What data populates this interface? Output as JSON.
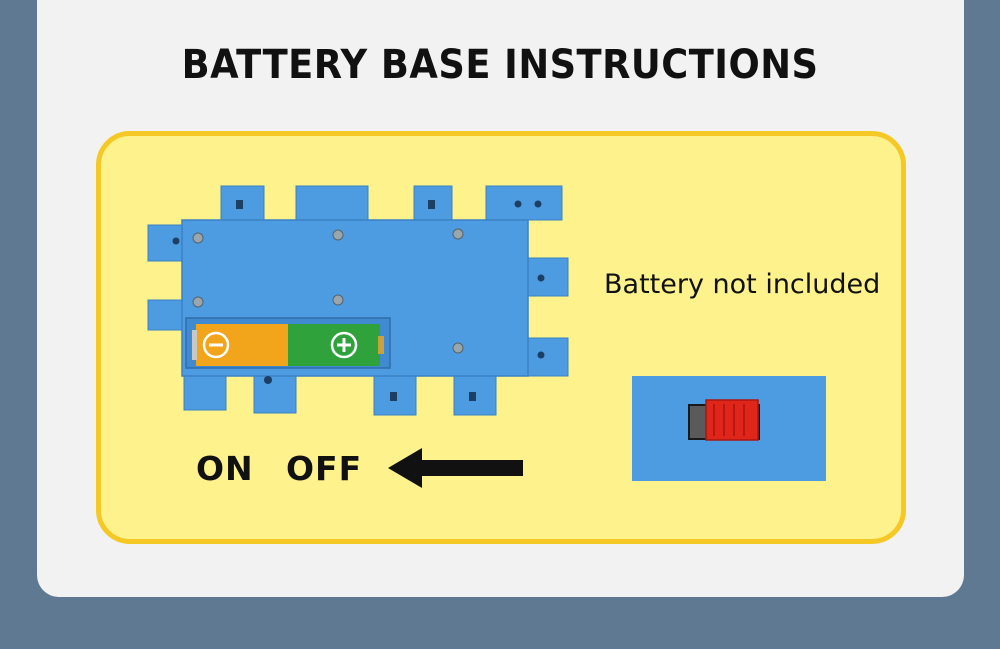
{
  "title": "BATTERY BASE INSTRUCTIONS",
  "note": "Battery not included",
  "switch": {
    "on_label": "ON",
    "off_label": "OFF"
  },
  "battery": {
    "negative_symbol": "−",
    "positive_symbol": "+"
  },
  "icons": [
    "battery-icon",
    "minus-icon",
    "plus-icon",
    "arrow-left-icon",
    "power-switch-icon"
  ],
  "colors": {
    "background": "#5f7993",
    "card": "#f2f2f2",
    "panel": "#fdf28c",
    "panel_border": "#f5c826",
    "plastic_blue": "#4d9be0",
    "battery_negative": "#f2a51a",
    "battery_positive": "#2fa23c",
    "switch_red": "#e0261b"
  }
}
